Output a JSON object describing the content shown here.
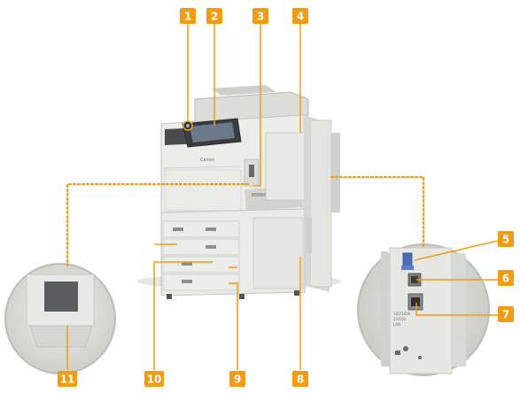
{
  "callouts": [
    {
      "id": "1",
      "label": "1"
    },
    {
      "id": "2",
      "label": "2"
    },
    {
      "id": "3",
      "label": "3"
    },
    {
      "id": "4",
      "label": "4"
    },
    {
      "id": "5",
      "label": "5"
    },
    {
      "id": "6",
      "label": "6"
    },
    {
      "id": "7",
      "label": "7"
    },
    {
      "id": "8",
      "label": "8"
    },
    {
      "id": "9",
      "label": "9"
    },
    {
      "id": "10",
      "label": "10"
    },
    {
      "id": "11",
      "label": "11"
    }
  ],
  "brand_text": "Canon",
  "port_labels": [
    "100/1000",
    "10/100",
    "LAN"
  ],
  "colors": {
    "callout_orange": "#f39c12",
    "leader_orange": "#f39c12",
    "printer_body": "#e9e9e6",
    "printer_shadow": "#cfcfcb",
    "panel_dark": "#3a3c40",
    "screen": "#6a7a8a"
  }
}
